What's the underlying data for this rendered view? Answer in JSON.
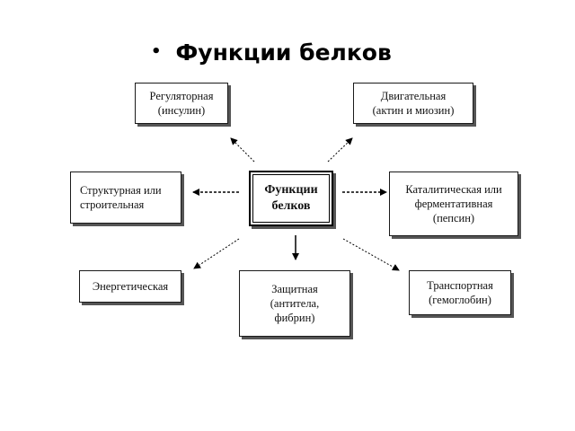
{
  "slide": {
    "bullet": "•",
    "title": "Функции белков"
  },
  "diagram": {
    "center": [
      "Функции",
      "белков"
    ],
    "regulatory": [
      "Регуляторная",
      "(инсулин)"
    ],
    "motor": [
      "Двигательная",
      "(актин и миозин)"
    ],
    "structural": [
      "Структурная или",
      "строительная"
    ],
    "catalytic": [
      "Каталитическая или",
      "ферментативная",
      "(пепсин)"
    ],
    "energy": [
      "Энергетическая"
    ],
    "protective": [
      "Защитная",
      "(антитела,",
      "фибрин)"
    ],
    "transport": [
      "Транспортная",
      "(гемоглобин)"
    ]
  }
}
